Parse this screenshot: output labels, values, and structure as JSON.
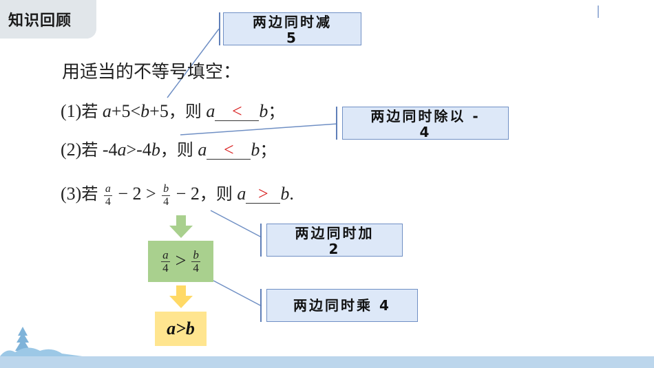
{
  "header": {
    "title": "知识回顾"
  },
  "prompt": "用适当的不等号填空：",
  "problems": {
    "p1": {
      "num": "(1)",
      "ruo": "若",
      "a": "a",
      "mid1": "+5<",
      "b": "b",
      "mid2": "+5",
      "ze": "，则",
      "ans": "<",
      "end": "；"
    },
    "p2": {
      "num": "(2)",
      "ruo": "若",
      "lead": " -4",
      "a": "a",
      "mid1": ">-4",
      "b": "b",
      "ze": "，则",
      "ans": "<",
      "end": "；"
    },
    "p3": {
      "num": "(3)",
      "ruo": "若",
      "fa_num": "a",
      "fa_den": "4",
      "minus1": " − 2 > ",
      "fb_num": "b",
      "fb_den": "4",
      "minus2": " − 2",
      "ze": "，则",
      "a": "a",
      "ans": ">",
      "b": "b",
      "end": "."
    }
  },
  "callouts": {
    "c1": {
      "line1": "两边同时减",
      "line2": "5"
    },
    "c2": {
      "line1": "两边同时除以 -",
      "line2": "4"
    },
    "c3": {
      "line1": "两边同时加",
      "line2": "2"
    },
    "c4": {
      "line1": "两边同时乘 4"
    }
  },
  "step_green": {
    "a": "a",
    "d1": "4",
    "op": ">",
    "b": "b",
    "d2": "4"
  },
  "step_yellow": {
    "text": "a>b"
  },
  "colors": {
    "answer_red": "#d81e1e",
    "callout_fill": "#dde8f8",
    "callout_border": "#6f8fc4",
    "green": "#a9d08e",
    "yellow": "#ffe58f",
    "arrow_green": "#a9d08e",
    "arrow_yellow": "#ffd966"
  }
}
